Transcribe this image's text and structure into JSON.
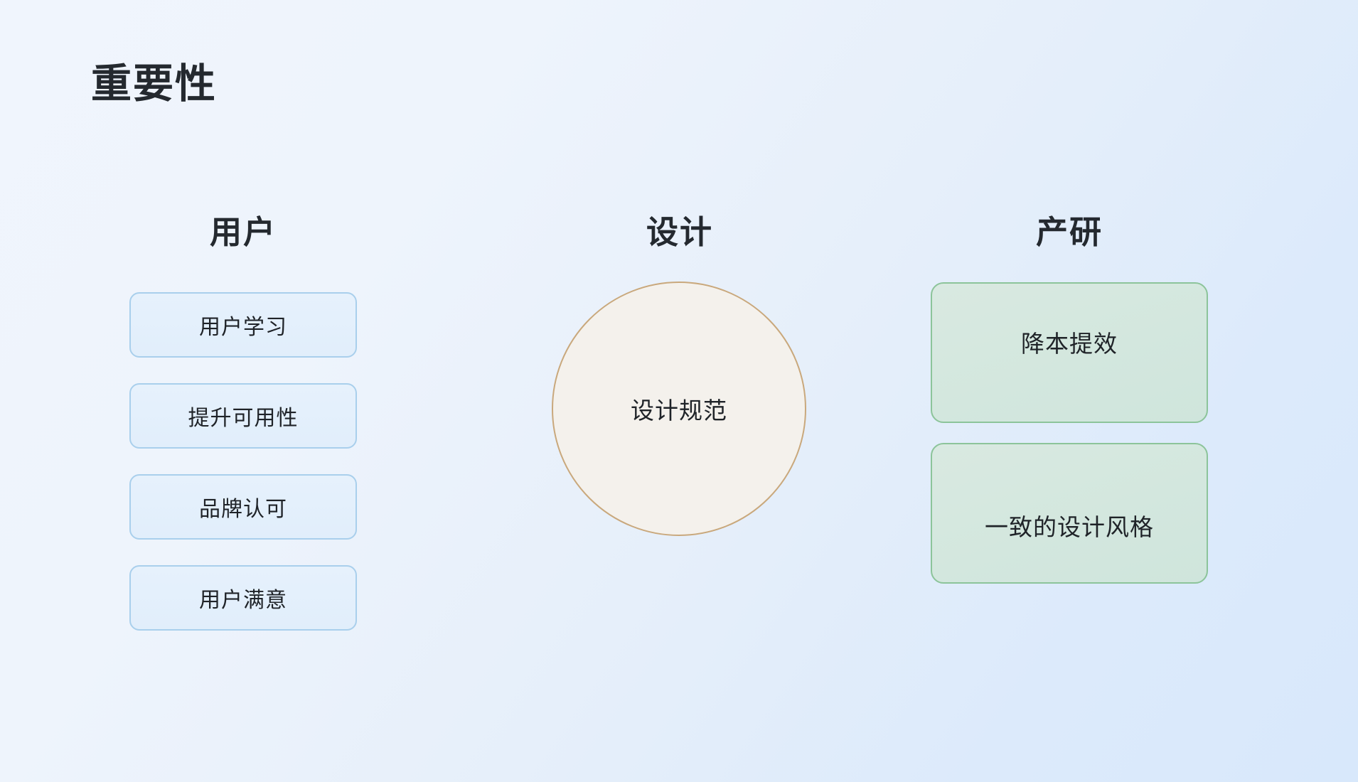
{
  "slide": {
    "title": "重要性",
    "background_from": "#f0f5fd",
    "background_to": "#d8e8fb"
  },
  "columns": {
    "users": {
      "header": "用户",
      "accent_fill": "#e6f1fc",
      "accent_border": "#a9cfec",
      "cards": [
        {
          "label": "用户学习"
        },
        {
          "label": "提升可用性"
        },
        {
          "label": "品牌认可"
        },
        {
          "label": "用户满意"
        }
      ]
    },
    "design": {
      "header": "设计",
      "accent_fill": "#f4f1ec",
      "accent_border": "#c9a87c",
      "circle": {
        "label": "设计规范"
      }
    },
    "product": {
      "header": "产研",
      "accent_fill": "#d3e7de",
      "accent_border": "#8cc49a",
      "cards": [
        {
          "label": "降本提效"
        },
        {
          "label": "一致的设计风格"
        }
      ]
    }
  }
}
